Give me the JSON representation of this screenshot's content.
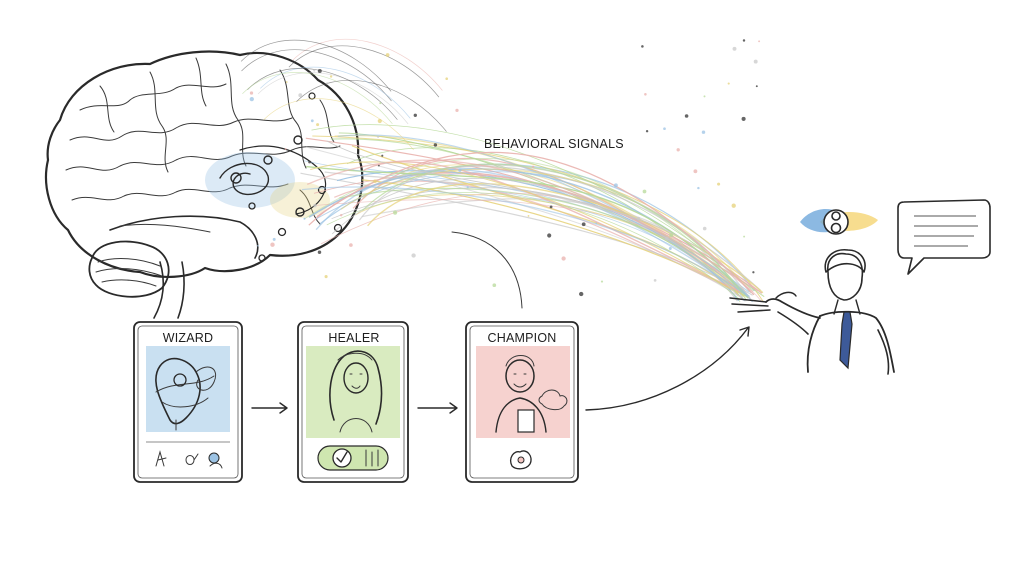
{
  "diagram": {
    "signals_label": "BEHAVIORAL SIGNALS",
    "cards": [
      {
        "id": "wizard",
        "title": "WIZARD",
        "color": "#bcd8ee"
      },
      {
        "id": "healer",
        "title": "HEALER",
        "color": "#cfe6b0"
      },
      {
        "id": "champion",
        "title": "CHAMPION",
        "color": "#f4c7c3"
      }
    ],
    "stream_colors": [
      "#e9b2ae",
      "#9cc3e4",
      "#e6d27a",
      "#b7d99a",
      "#c9c9c9"
    ],
    "eye_colors": [
      "#5b9bd5",
      "#f2c744"
    ],
    "tie_color": "#3d5a99"
  }
}
